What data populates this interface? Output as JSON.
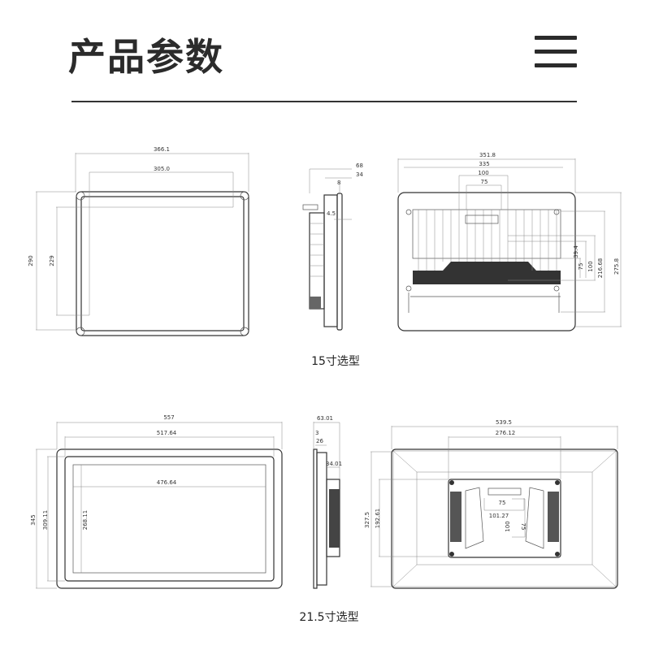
{
  "header": {
    "title": "产品参数",
    "menu_icon": "hamburger-menu-icon"
  },
  "model_15": {
    "caption": "15寸选型",
    "front": {
      "width_outer": "366.1",
      "width_view": "305.0",
      "height_outer": "290",
      "height_view": "229"
    },
    "side": {
      "depth_total": "68",
      "depth_body": "34",
      "bezel": "8",
      "offset": "4.5"
    },
    "back": {
      "width_outer": "351.8",
      "width_mount": "335",
      "vesa_100": "100",
      "vesa_75": "75",
      "v_39": "39.4",
      "v_75": "75",
      "v_100": "100",
      "v_216": "216.68",
      "v_275": "275.8"
    }
  },
  "model_215": {
    "caption": "21.5寸选型",
    "front": {
      "width_outer": "557",
      "width_bezel": "517.64",
      "width_view": "476.64",
      "height_outer": "345",
      "height_bezel": "309.11",
      "height_view": "268.11"
    },
    "side": {
      "depth_total": "63.01",
      "bezel": "3",
      "front_depth": "26",
      "rear_depth": "34.01"
    },
    "back": {
      "width_outer": "539.5",
      "width_bracket": "276.12",
      "height_outer": "327.5",
      "height_bracket": "192.61",
      "vesa_75_h": "75",
      "vesa_101": "101.27",
      "vesa_100_v": "100",
      "vesa_75_v": "75"
    }
  }
}
